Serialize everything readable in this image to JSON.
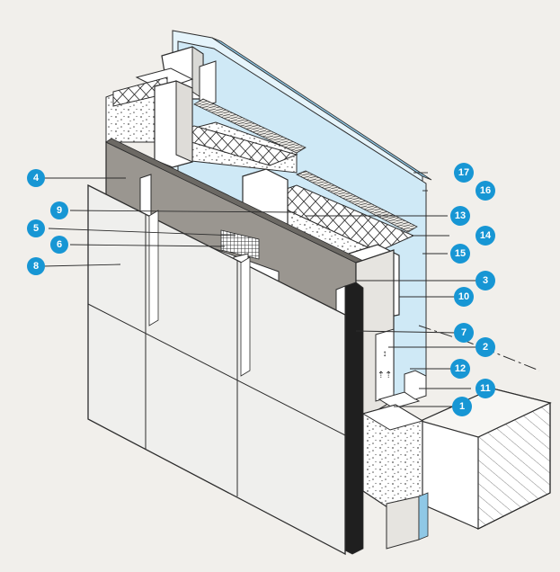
{
  "colors": {
    "background": "#f1efeb",
    "callout_fill": "#1796d4",
    "callout_text": "#ffffff",
    "membrane": "#cfe9f6",
    "membrane_edge": "#6fb8de",
    "panel": "#efefed",
    "board": "#9a9690",
    "slab": "#f7f6f3"
  },
  "callouts": [
    {
      "label": "1"
    },
    {
      "label": "2"
    },
    {
      "label": "3"
    },
    {
      "label": "4"
    },
    {
      "label": "5"
    },
    {
      "label": "6"
    },
    {
      "label": "7"
    },
    {
      "label": "8"
    },
    {
      "label": "9"
    },
    {
      "label": "10"
    },
    {
      "label": "11"
    },
    {
      "label": "12"
    },
    {
      "label": "13"
    },
    {
      "label": "14"
    },
    {
      "label": "15"
    },
    {
      "label": "16"
    },
    {
      "label": "17"
    }
  ]
}
